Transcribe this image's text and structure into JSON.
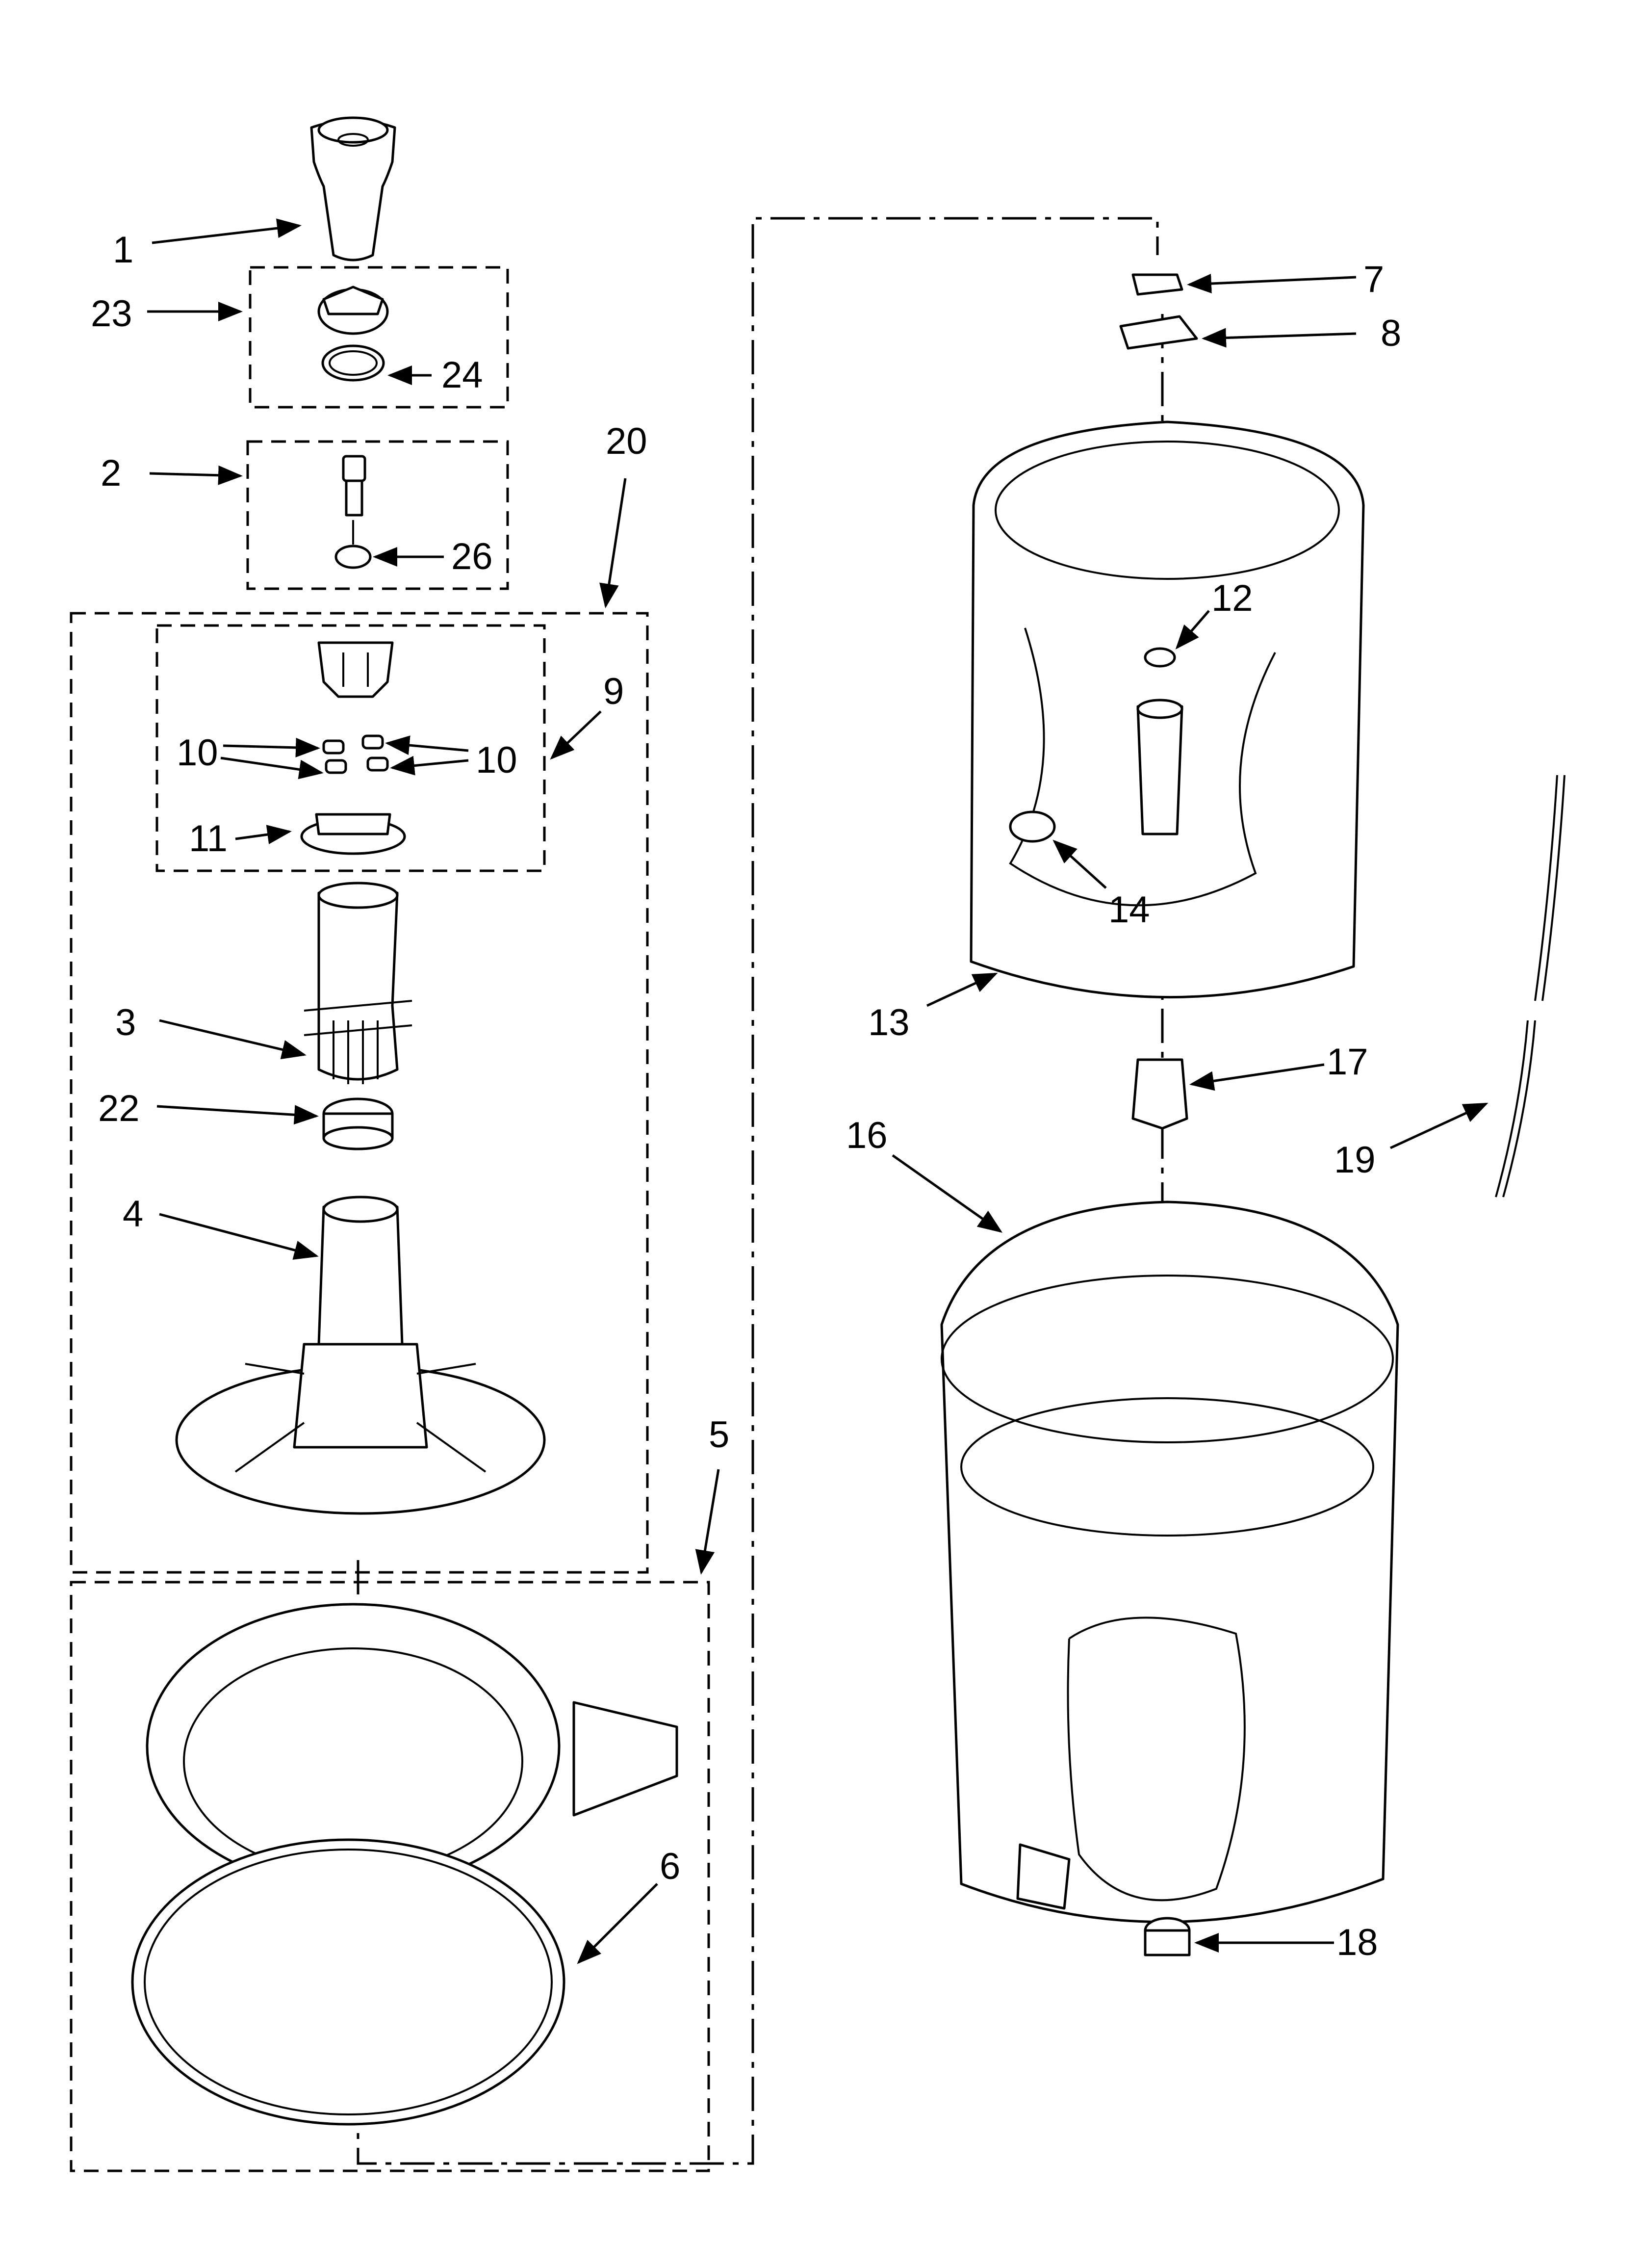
{
  "figure": {
    "callouts": [
      "1",
      "23",
      "24",
      "2",
      "26",
      "20",
      "9",
      "10",
      "10",
      "11",
      "3",
      "22",
      "4",
      "5",
      "6",
      "7",
      "8",
      "12",
      "14",
      "13",
      "17",
      "16",
      "19",
      "18"
    ]
  }
}
